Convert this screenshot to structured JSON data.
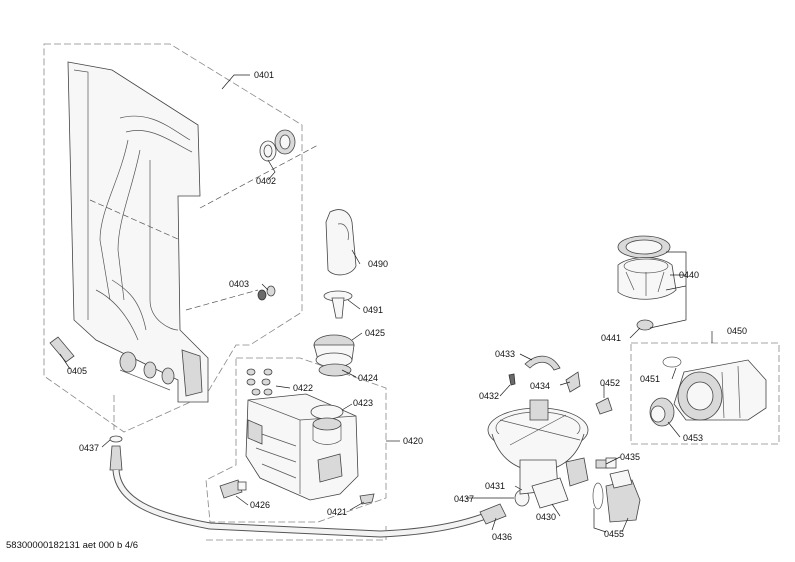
{
  "document_id": "58300000182131 aet 000 b 4/6",
  "part_labels": {
    "p0401": "0401",
    "p0402": "0402",
    "p0403": "0403",
    "p0405": "0405",
    "p0420": "0420",
    "p0421": "0421",
    "p0422": "0422",
    "p0423": "0423",
    "p0424": "0424",
    "p0425": "0425",
    "p0426": "0426",
    "p0430": "0430",
    "p0431": "0431",
    "p0432": "0432",
    "p0433": "0433",
    "p0434": "0434",
    "p0435": "0435",
    "p0436": "0436",
    "p0437a": "0437",
    "p0437b": "0437",
    "p0440": "0440",
    "p0441": "0441",
    "p0450": "0450",
    "p0451": "0451",
    "p0452": "0452",
    "p0453": "0453",
    "p0455": "0455",
    "p0490": "0490",
    "p0491": "0491"
  }
}
